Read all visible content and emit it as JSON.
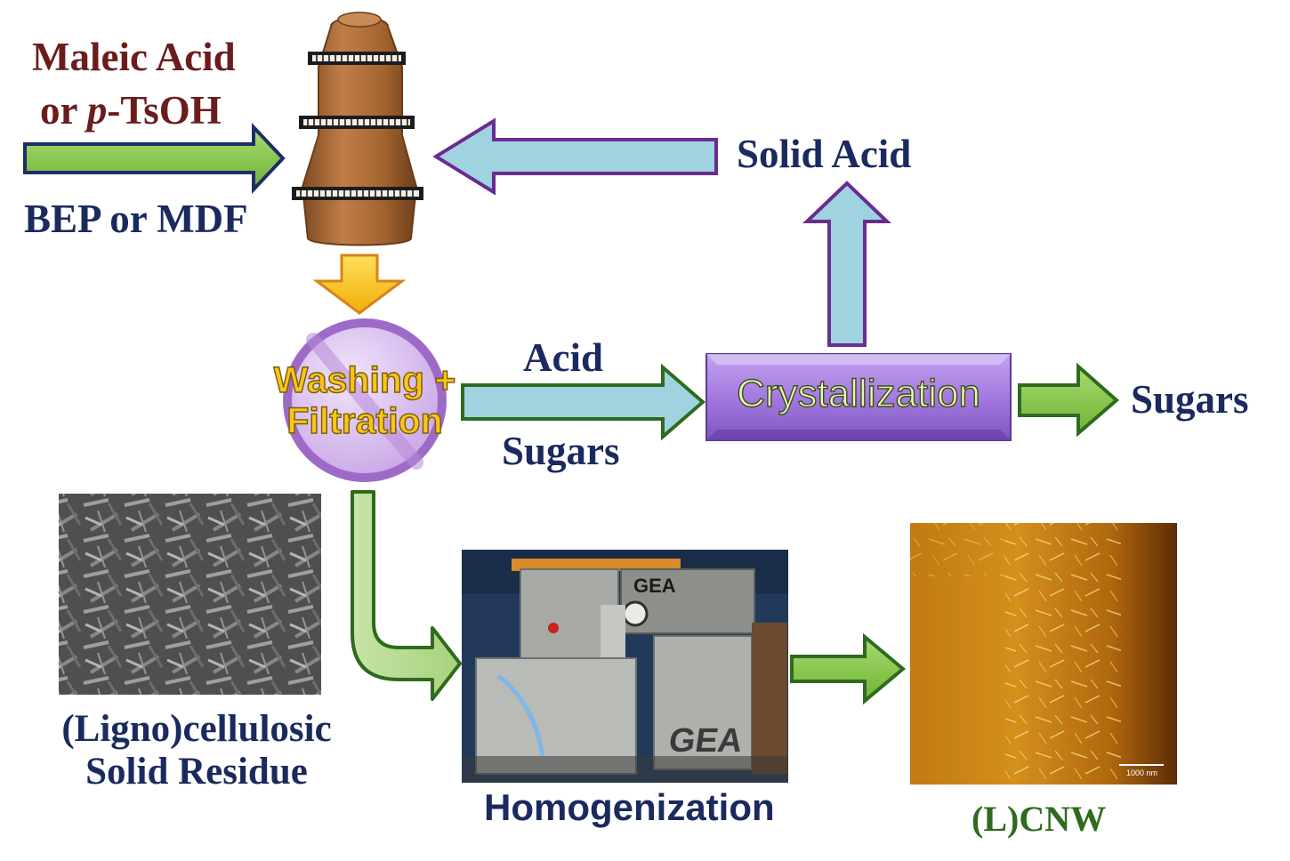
{
  "inputs": {
    "acid_line1": "Maleic Acid",
    "acid_line2_prefix": "or ",
    "acid_line2_italic": "p",
    "acid_line2_suffix": "-TsOH",
    "feedstock": "BEP or MDF"
  },
  "solid_acid": "Solid Acid",
  "washing": {
    "line1": "Washing +",
    "line2": "Filtration"
  },
  "stream": {
    "top": "Acid",
    "bottom": "Sugars"
  },
  "crystallization": "Crystallization",
  "sugars_out": "Sugars",
  "residue": {
    "line1": "(Ligno)cellulosic",
    "line2": "Solid Residue"
  },
  "homogenization": "Homogenization",
  "product": "(L)CNW",
  "machine_brand": "GEA",
  "scale_bar": "1000 nm",
  "colors": {
    "navy_text": "#1b2a5e",
    "maroon_text": "#6b1c1c",
    "green_text": "#2e6b1e",
    "arrow_green": "#7ac143",
    "arrow_light_blue": "#9fd3df",
    "arrow_purple_outline": "#6a2c91",
    "crystallizer_fill": "#a77bdd",
    "reactor_brown": "#a8683a",
    "down_arrow_yellow": "#f5c518"
  }
}
